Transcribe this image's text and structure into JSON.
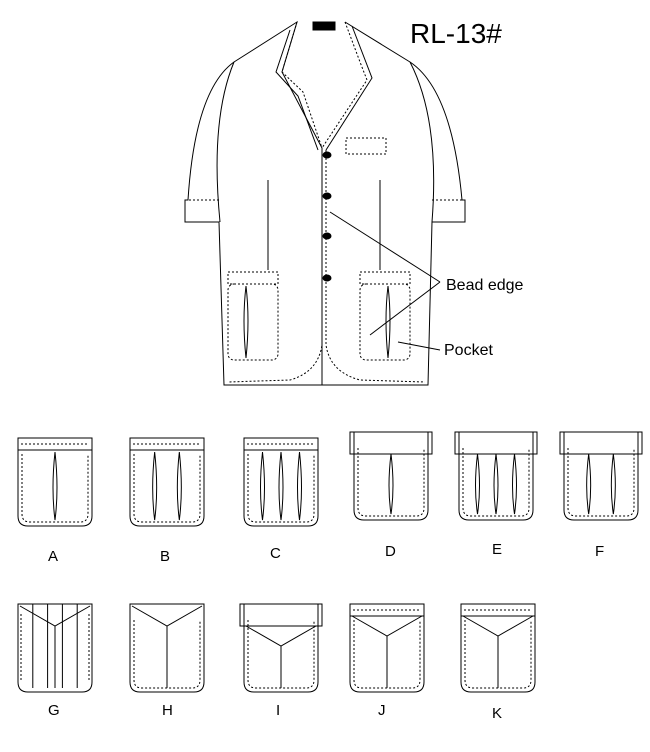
{
  "title": "RL-13#",
  "callouts": {
    "bead_edge": "Bead edge",
    "pocket": "Pocket"
  },
  "pockets": [
    {
      "label": "A",
      "style": "band-pleat-1"
    },
    {
      "label": "B",
      "style": "band-pleat-2"
    },
    {
      "label": "C",
      "style": "band-pleat-3"
    },
    {
      "label": "D",
      "style": "flap-pleat-1"
    },
    {
      "label": "E",
      "style": "flap-pleat-3"
    },
    {
      "label": "F",
      "style": "flap-pleat-2"
    },
    {
      "label": "G",
      "style": "vertical-lines"
    },
    {
      "label": "H",
      "style": "v-top"
    },
    {
      "label": "I",
      "style": "flap-v"
    },
    {
      "label": "J",
      "style": "band-v"
    },
    {
      "label": "K",
      "style": "band-v-wide"
    }
  ]
}
